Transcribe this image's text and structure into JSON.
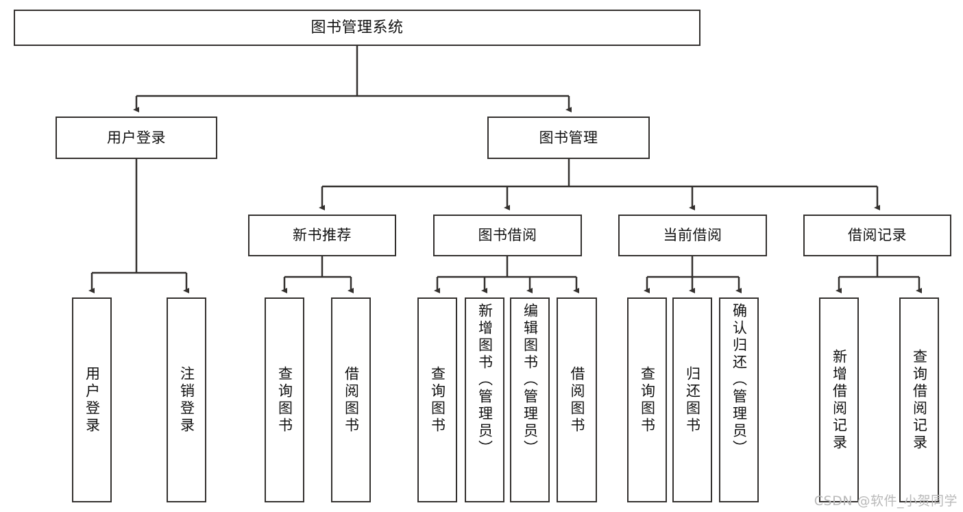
{
  "diagram": {
    "title": "图书管理系统",
    "type": "hierarchy-tree",
    "edge_color": "#33302e",
    "node_border_color": "#33302e",
    "node_fill_color": "#ffffff",
    "text_color": "#111111"
  },
  "nodes": {
    "root": {
      "label": "图书管理系统"
    },
    "level1": [
      {
        "label": "用户登录"
      },
      {
        "label": "图书管理"
      }
    ],
    "level2": [
      {
        "label": "新书推荐"
      },
      {
        "label": "图书借阅"
      },
      {
        "label": "当前借阅"
      },
      {
        "label": "借阅记录"
      }
    ],
    "leaves_user_login": [
      {
        "label": "用户登录"
      },
      {
        "label": "注销登录"
      }
    ],
    "leaves_new_book": [
      {
        "label": "查询图书"
      },
      {
        "label": "借阅图书"
      }
    ],
    "leaves_borrow": [
      {
        "label": "查询图书"
      },
      {
        "label": "新增图书（管理员）"
      },
      {
        "label": "编辑图书（管理员）"
      },
      {
        "label": "借阅图书"
      }
    ],
    "leaves_current": [
      {
        "label": "查询图书"
      },
      {
        "label": "归还图书"
      },
      {
        "label": "确认归还（管理员）"
      }
    ],
    "leaves_records": [
      {
        "label": "新增借阅记录"
      },
      {
        "label": "查询借阅记录"
      }
    ]
  },
  "watermark": {
    "text": "CSDN @软件_小贺同学"
  }
}
